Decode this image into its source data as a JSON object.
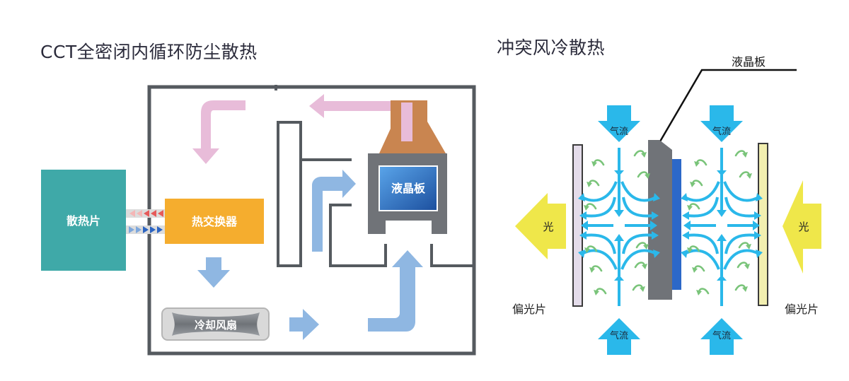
{
  "left_panel": {
    "title": "CCT全密闭内循环防尘散热",
    "heat_sink_label": "散热片",
    "heat_exchanger_label": "热交换器",
    "lcd_label": "液晶板",
    "cooling_fan_label": "冷却风扇"
  },
  "right_panel": {
    "title": "冲突风冷散热",
    "lcd_label": "液晶板",
    "airflow_label": "气流",
    "light_label": "光",
    "polarizer_label": "偏光片"
  },
  "colors": {
    "heat_sink": "#3fa9a8",
    "heat_exchanger": "#f5ad2e",
    "lcd_frame": "#707378",
    "lcd_screen": "#1f5fb0",
    "copper": "#c98550",
    "pink_flow": "#e8bcd9",
    "blue_flow": "#8fb7e2",
    "air_arrow": "#2ab8ea",
    "green_swirl": "#7ac47a",
    "light_arrow": "#efe74a",
    "enclosure": "#555a5f"
  }
}
